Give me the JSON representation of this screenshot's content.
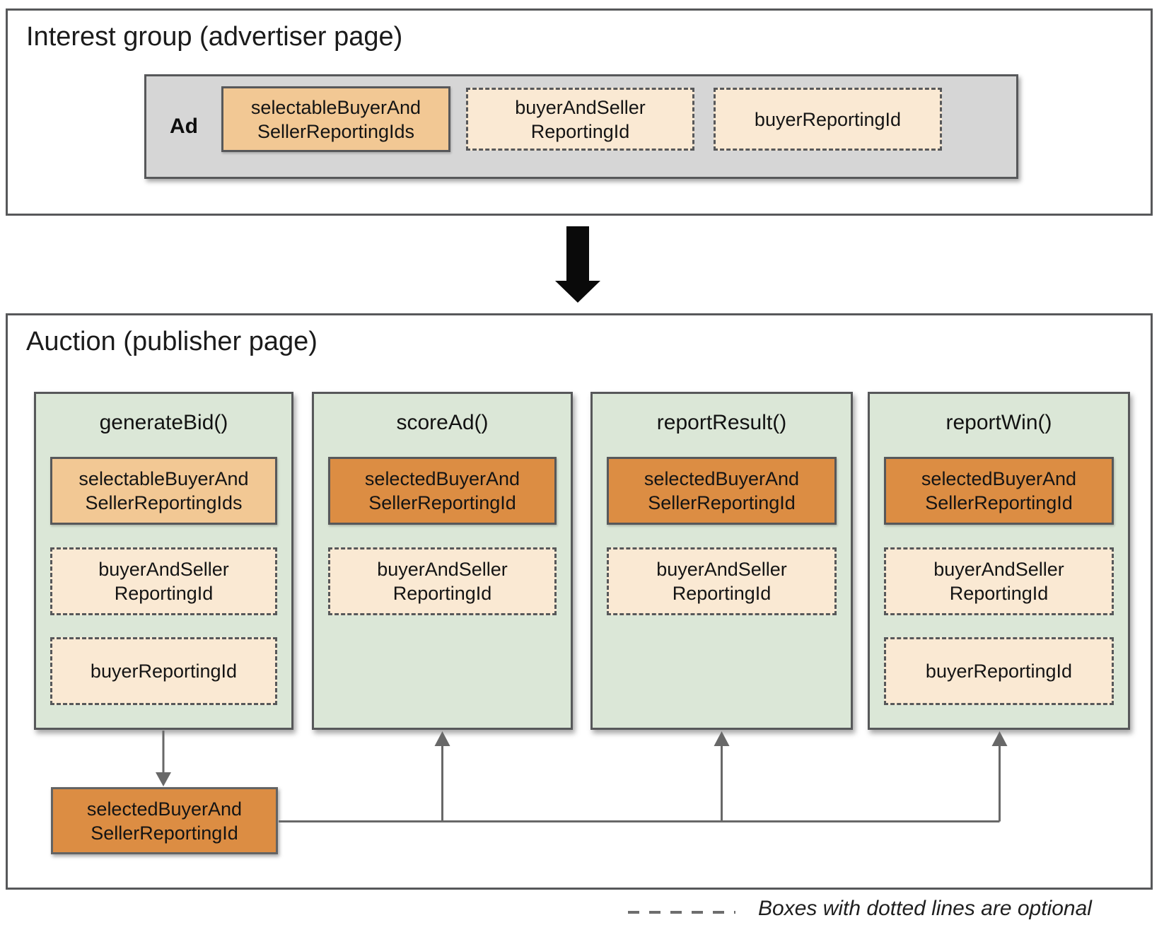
{
  "interest_group": {
    "title": "Interest group (advertiser page)",
    "ad_label": "Ad",
    "boxes": [
      {
        "lines": [
          "selectableBuyerAnd",
          "SellerReportingIds"
        ],
        "optional": false
      },
      {
        "lines": [
          "buyerAndSeller",
          "ReportingId"
        ],
        "optional": true
      },
      {
        "lines": [
          "buyerReportingId"
        ],
        "optional": true
      }
    ]
  },
  "auction": {
    "title": "Auction (publisher page)",
    "panels": [
      {
        "title": "generateBid()",
        "items": [
          {
            "lines": [
              "selectableBuyerAnd",
              "SellerReportingIds"
            ],
            "style": "tan",
            "optional": false
          },
          {
            "lines": [
              "buyerAndSeller",
              "ReportingId"
            ],
            "style": "cream",
            "optional": true
          },
          {
            "lines": [
              "buyerReportingId"
            ],
            "style": "cream",
            "optional": true
          }
        ]
      },
      {
        "title": "scoreAd()",
        "items": [
          {
            "lines": [
              "selectedBuyerAnd",
              "SellerReportingId"
            ],
            "style": "orange",
            "optional": false
          },
          {
            "lines": [
              "buyerAndSeller",
              "ReportingId"
            ],
            "style": "cream",
            "optional": true
          }
        ]
      },
      {
        "title": "reportResult()",
        "items": [
          {
            "lines": [
              "selectedBuyerAnd",
              "SellerReportingId"
            ],
            "style": "orange",
            "optional": false
          },
          {
            "lines": [
              "buyerAndSeller",
              "ReportingId"
            ],
            "style": "cream",
            "optional": true
          }
        ]
      },
      {
        "title": "reportWin()",
        "items": [
          {
            "lines": [
              "selectedBuyerAnd",
              "SellerReportingId"
            ],
            "style": "orange",
            "optional": false
          },
          {
            "lines": [
              "buyerAndSeller",
              "ReportingId"
            ],
            "style": "cream",
            "optional": true
          },
          {
            "lines": [
              "buyerReportingId"
            ],
            "style": "cream",
            "optional": true
          }
        ]
      }
    ],
    "selected_output": {
      "lines": [
        "selectedBuyerAnd",
        "SellerReportingId"
      ]
    }
  },
  "legend": {
    "label": "Boxes with dotted lines are optional"
  },
  "colors": {
    "tan": "#F2C894",
    "cream": "#FAE9D3",
    "orange": "#DC8D43",
    "green": "#DBE7D7",
    "gray": "#D6D6D6",
    "border": "#57585A",
    "line": "#686868",
    "text": "#141414"
  }
}
